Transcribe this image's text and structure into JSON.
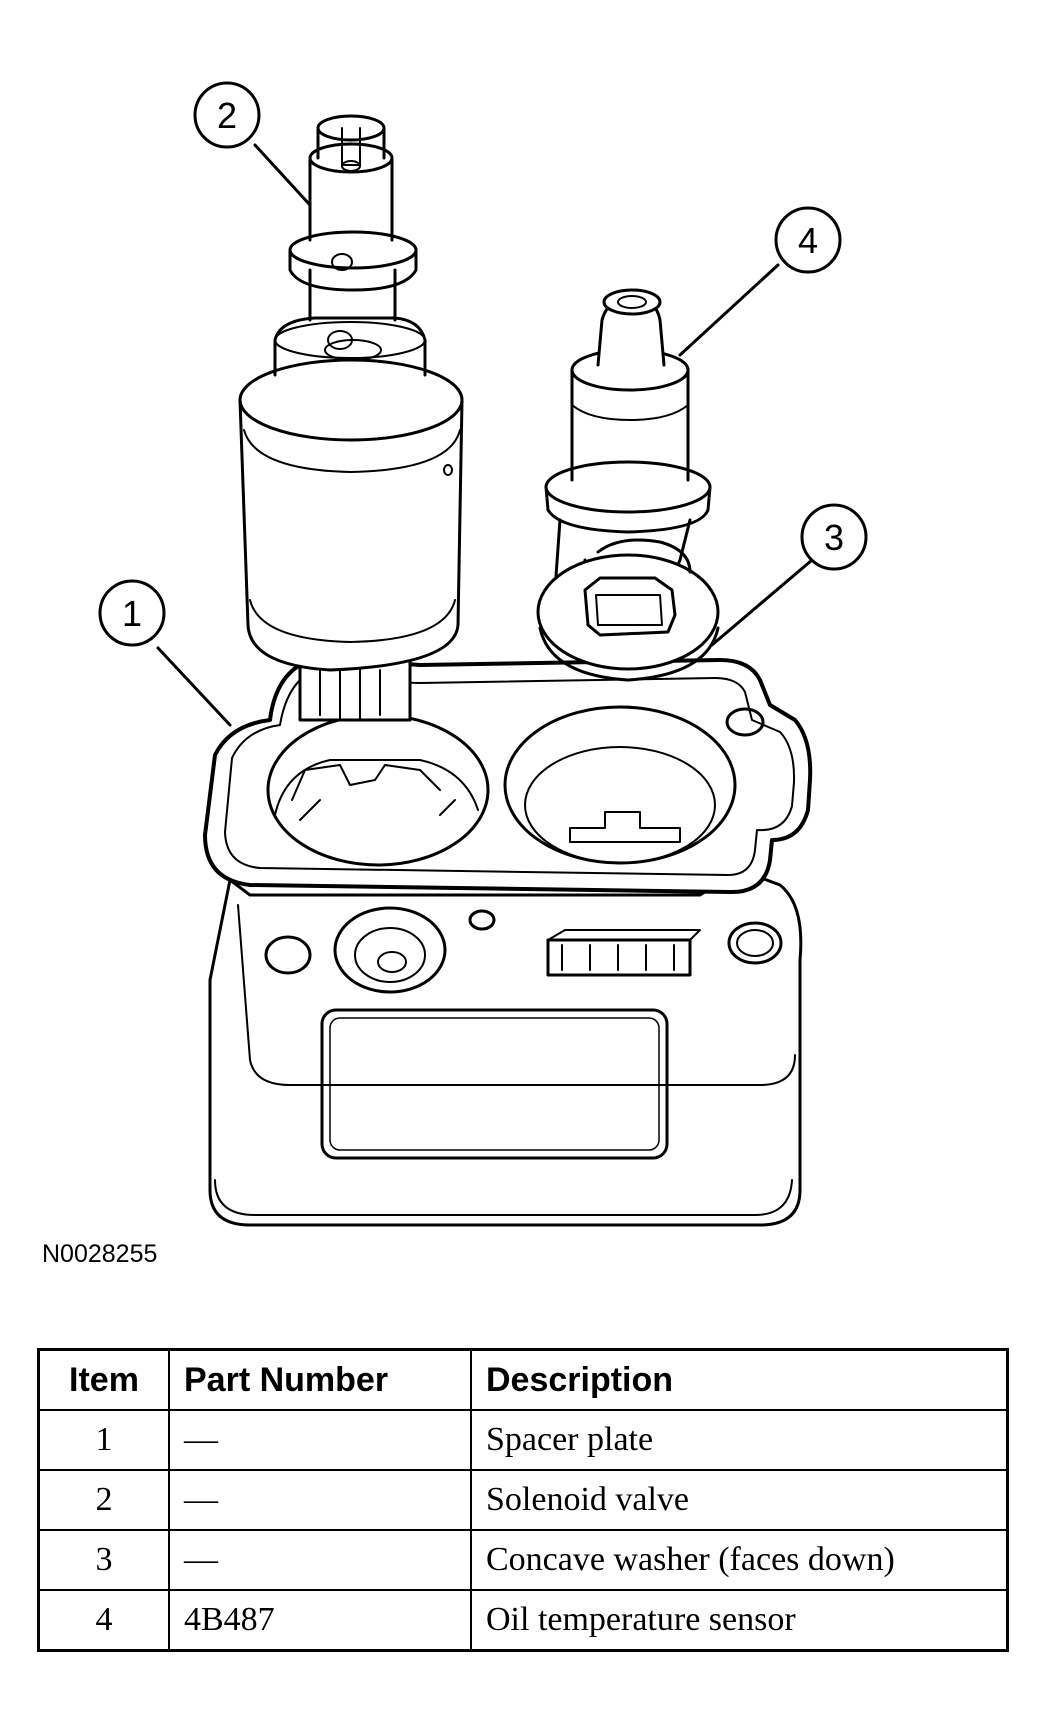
{
  "figure": {
    "id": "N0028255",
    "callouts": [
      "1",
      "2",
      "3",
      "4"
    ]
  },
  "table": {
    "headers": {
      "item": "Item",
      "part_number": "Part Number",
      "description": "Description"
    },
    "rows": [
      {
        "item": "1",
        "part_number": "—",
        "description": "Spacer plate"
      },
      {
        "item": "2",
        "part_number": "—",
        "description": "Solenoid valve"
      },
      {
        "item": "3",
        "part_number": "—",
        "description": "Concave washer (faces down)"
      },
      {
        "item": "4",
        "part_number": "4B487",
        "description": "Oil temperature sensor"
      }
    ]
  }
}
